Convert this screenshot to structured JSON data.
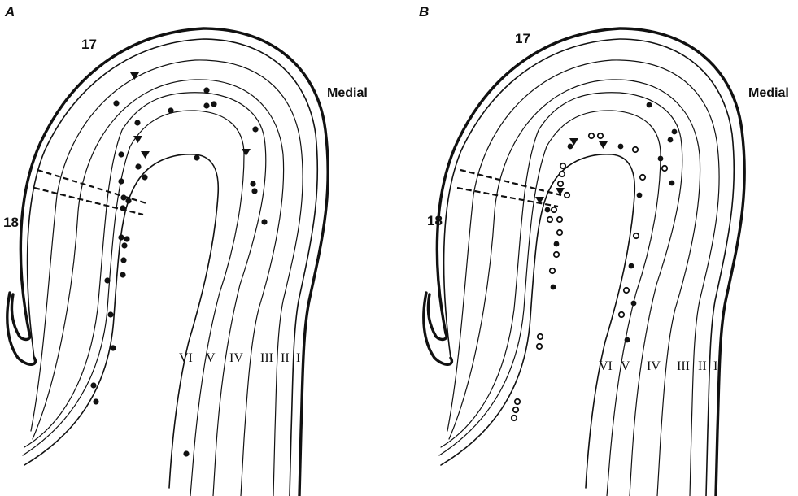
{
  "panels": [
    {
      "letter": "A",
      "area_17": "17",
      "area_18": "18",
      "medial": "Medial",
      "layers": {
        "vi": "VI",
        "v": "V",
        "iv": "IV",
        "iii": "III",
        "ii": "II",
        "i": "I"
      }
    },
    {
      "letter": "B",
      "area_17": "17",
      "area_18": "18",
      "medial": "Medial",
      "layers": {
        "vi": "VI",
        "v": "V",
        "iv": "IV",
        "iii": "III",
        "ii": "II",
        "i": "I"
      }
    }
  ],
  "markers": {
    "filled_dot": "filled-circle",
    "open_dot": "open-circle",
    "triangle": "filled-triangle"
  },
  "colors": {
    "ink": "#111111",
    "paper": "#ffffff"
  }
}
